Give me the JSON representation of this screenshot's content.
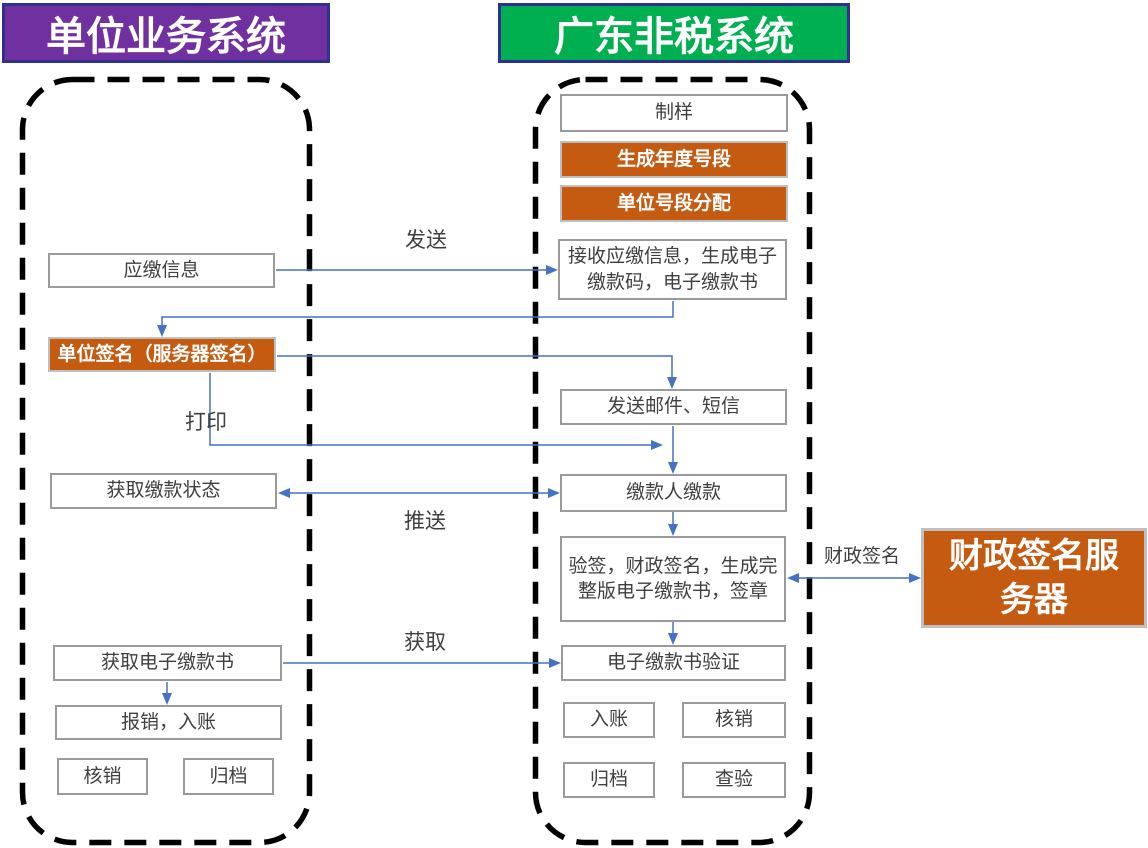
{
  "headers": {
    "unit_business_system": "单位业务系统",
    "guangdong_nontax_system": "广东非税系统"
  },
  "unit_system": {
    "payable_info": "应缴信息",
    "unit_signature": "单位签名（服务器签名）",
    "get_payment_status": "获取缴款状态",
    "get_electronic_receipt": "获取电子缴款书",
    "reimburse_entry": "报销，入账",
    "write_off": "核销",
    "archive": "归档"
  },
  "nontax_system": {
    "sample_making": "制样",
    "generate_annual_segment": "生成年度号段",
    "unit_segment_allocation": "单位号段分配",
    "receive_payable_info": "接收应缴信息，生成电子缴款码，电子缴款书",
    "send_email_sms": "发送邮件、短信",
    "payer_payment": "缴款人缴款",
    "verify_and_sign": "验签，财政签名，生成完整版电子缴款书，签章",
    "receipt_verification": "电子缴款书验证",
    "entry": "入账",
    "write_off": "核销",
    "archive": "归档",
    "inspect": "查验"
  },
  "finance_server": {
    "label": "财政签名服务器"
  },
  "flow_labels": {
    "send": "发送",
    "print": "打印",
    "push": "推送",
    "get": "获取",
    "finance_signature": "财政签名"
  },
  "colors": {
    "purple_header": "#7030A0",
    "green_header": "#00B050",
    "orange_box": "#C55A11",
    "header_border": "#2E3192",
    "arrow": "#4472C4",
    "box_border": "#9A9A9A",
    "dashed_container": "#000000"
  }
}
